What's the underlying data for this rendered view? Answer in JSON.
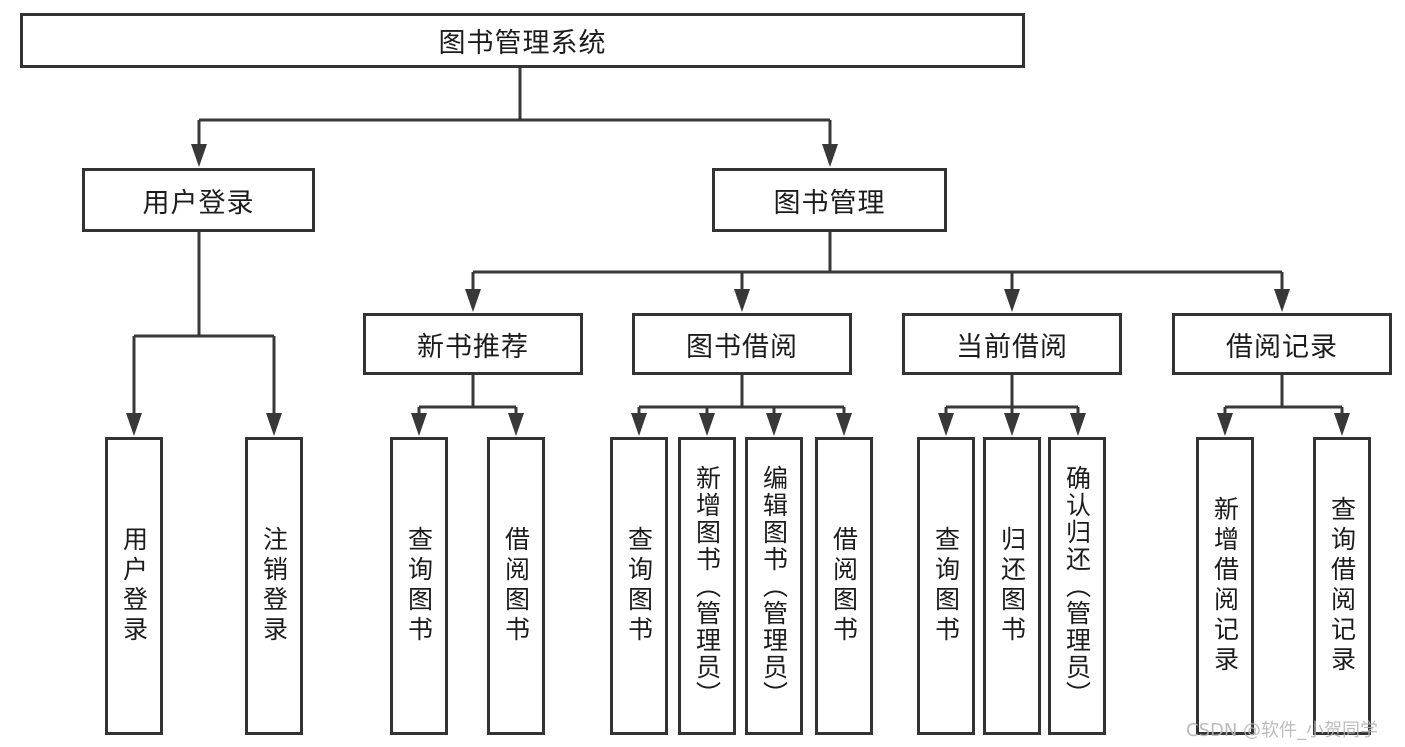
{
  "diagram": {
    "watermark": "CSDN @软件_小贺同学",
    "colors": {
      "background": "#ffffff",
      "line": "#383838",
      "box_border": "#333333",
      "box_fill": "#ffffff",
      "text": "#1c1c1c",
      "watermark": "#b5b5b5"
    },
    "tree": {
      "label": "图书管理系统",
      "children": [
        {
          "label": "用户登录",
          "children": [
            {
              "label": "用户登录"
            },
            {
              "label": "注销登录"
            }
          ]
        },
        {
          "label": "图书管理",
          "children": [
            {
              "label": "新书推荐",
              "children": [
                {
                  "label": "查询图书"
                },
                {
                  "label": "借阅图书"
                }
              ]
            },
            {
              "label": "图书借阅",
              "children": [
                {
                  "label": "查询图书"
                },
                {
                  "label": "新增图书（管理员）"
                },
                {
                  "label": "编辑图书（管理员）"
                },
                {
                  "label": "借阅图书"
                }
              ]
            },
            {
              "label": "当前借阅",
              "children": [
                {
                  "label": "查询图书"
                },
                {
                  "label": "归还图书"
                },
                {
                  "label": "确认归还（管理员）"
                }
              ]
            },
            {
              "label": "借阅记录",
              "children": [
                {
                  "label": "新增借阅记录"
                },
                {
                  "label": "查询借阅记录"
                }
              ]
            }
          ]
        }
      ]
    }
  }
}
